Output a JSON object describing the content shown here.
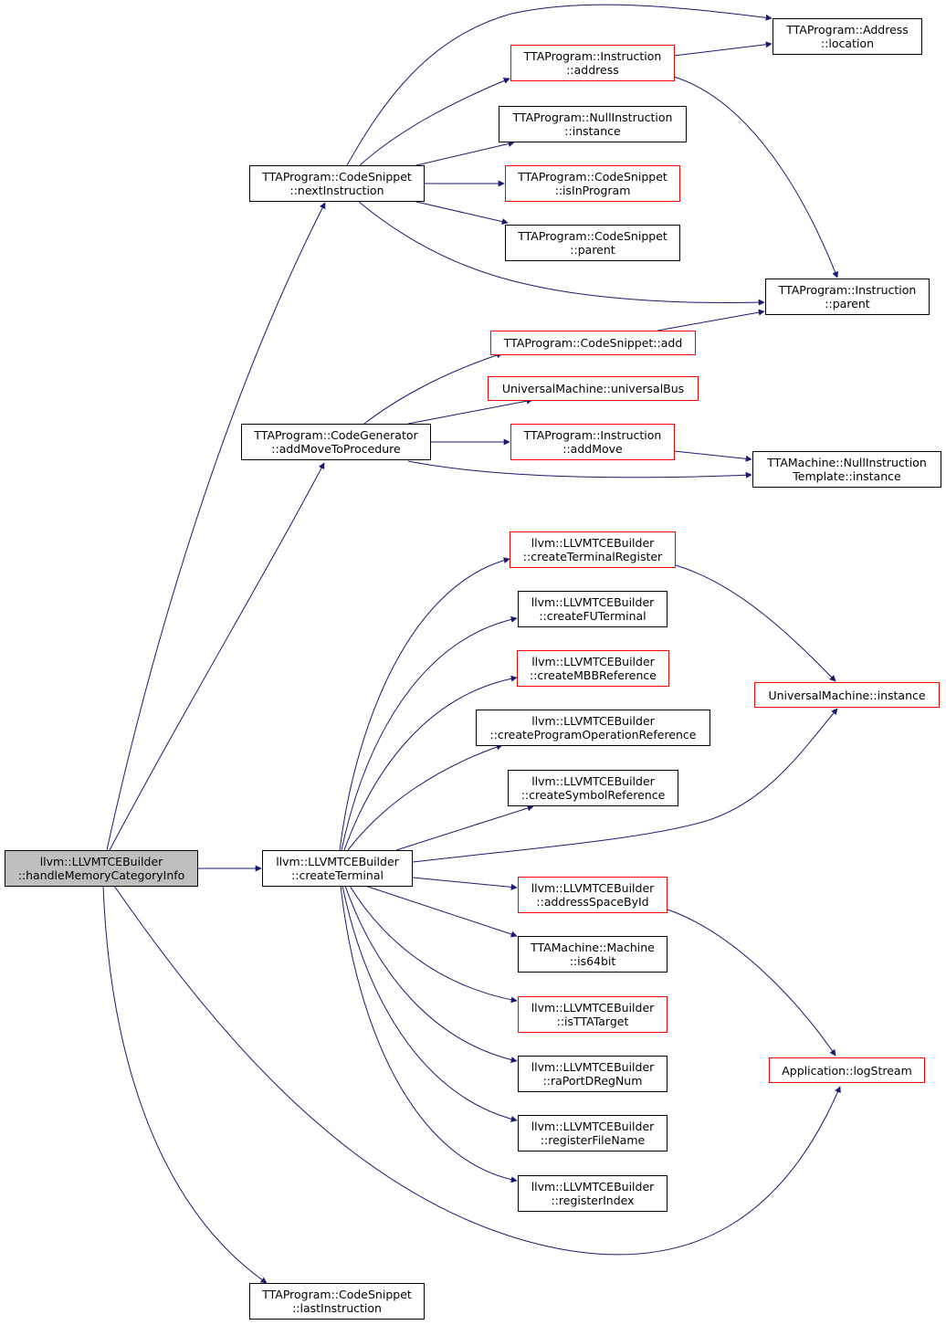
{
  "colors": {
    "edge": "#191970",
    "node_border": "#000000",
    "node_border_incomplete": "#ff0000",
    "root_fill": "#bfbfbf",
    "node_fill": "#ffffff"
  },
  "nodes": {
    "root": {
      "line1": "llvm::LLVMTCEBuilder",
      "line2": "::handleMemoryCategoryInfo"
    },
    "code_snippet_next_instruction": {
      "line1": "TTAProgram::CodeSnippet",
      "line2": "::nextInstruction"
    },
    "code_generator_add_move": {
      "line1": "TTAProgram::CodeGenerator",
      "line2": "::addMoveToProcedure"
    },
    "create_terminal": {
      "line1": "llvm::LLVMTCEBuilder",
      "line2": "::createTerminal"
    },
    "code_snippet_last_instruction": {
      "line1": "TTAProgram::CodeSnippet",
      "line2": "::lastInstruction"
    },
    "address_location": {
      "line1": "TTAProgram::Address",
      "line2": "::location"
    },
    "instruction_address": {
      "line1": "TTAProgram::Instruction",
      "line2": "::address"
    },
    "null_instruction_instance": {
      "line1": "TTAProgram::NullInstruction",
      "line2": "::instance"
    },
    "code_snippet_is_in_program": {
      "line1": "TTAProgram::CodeSnippet",
      "line2": "::isInProgram"
    },
    "code_snippet_parent": {
      "line1": "TTAProgram::CodeSnippet",
      "line2": "::parent"
    },
    "instruction_parent": {
      "line1": "TTAProgram::Instruction",
      "line2": "::parent"
    },
    "code_snippet_add": {
      "line1": "TTAProgram::CodeSnippet::add"
    },
    "universal_bus": {
      "line1": "UniversalMachine::universalBus"
    },
    "instruction_add_move": {
      "line1": "TTAProgram::Instruction",
      "line2": "::addMove"
    },
    "null_instruction_template": {
      "line1": "TTAMachine::NullInstruction",
      "line2": "Template::instance"
    },
    "create_terminal_register": {
      "line1": "llvm::LLVMTCEBuilder",
      "line2": "::createTerminalRegister"
    },
    "create_fu_terminal": {
      "line1": "llvm::LLVMTCEBuilder",
      "line2": "::createFUTerminal"
    },
    "create_mbb_reference": {
      "line1": "llvm::LLVMTCEBuilder",
      "line2": "::createMBBReference"
    },
    "create_program_operation_reference": {
      "line1": "llvm::LLVMTCEBuilder",
      "line2": "::createProgramOperationReference"
    },
    "create_symbol_reference": {
      "line1": "llvm::LLVMTCEBuilder",
      "line2": "::createSymbolReference"
    },
    "universal_machine_instance": {
      "line1": "UniversalMachine::instance"
    },
    "address_space_by_id": {
      "line1": "llvm::LLVMTCEBuilder",
      "line2": "::addressSpaceById"
    },
    "machine_is64bit": {
      "line1": "TTAMachine::Machine",
      "line2": "::is64bit"
    },
    "is_tta_target": {
      "line1": "llvm::LLVMTCEBuilder",
      "line2": "::isTTATarget"
    },
    "ra_port_dreg_num": {
      "line1": "llvm::LLVMTCEBuilder",
      "line2": "::raPortDRegNum"
    },
    "register_file_name": {
      "line1": "llvm::LLVMTCEBuilder",
      "line2": "::registerFileName"
    },
    "register_index": {
      "line1": "llvm::LLVMTCEBuilder",
      "line2": "::registerIndex"
    },
    "application_log_stream": {
      "line1": "Application::logStream"
    }
  }
}
